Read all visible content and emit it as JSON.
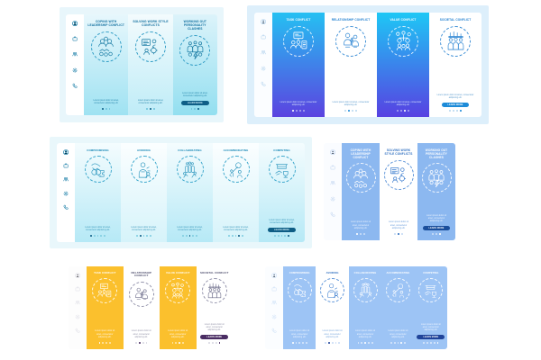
{
  "meta": {
    "canvas_bg": "#ffffff",
    "body_text": "Lorem ipsum dolor sit amet, consectetur adipiscing elit."
  },
  "sidebar": {
    "items": [
      {
        "icon": "user-icon",
        "label": "Profile"
      },
      {
        "icon": "briefcase-icon",
        "label": "Work"
      },
      {
        "icon": "people-icon",
        "label": "Team"
      },
      {
        "icon": "gear-icon",
        "label": "Settings"
      },
      {
        "icon": "phone-icon",
        "label": "Contact"
      }
    ]
  },
  "panels": [
    {
      "id": "panel-1",
      "name": "coping-with-conflict-cyan",
      "theme": {
        "bg": "#e8f6fb",
        "accent": "#0f5f87",
        "title_color": "#0e6e9e"
      },
      "cta_label": "LEARN MORE",
      "cards": [
        {
          "title": "COPING WITH LEADERSHIP CONFLICT",
          "body": "Lorem ipsum dolor sit amet, consectetur adipiscing elit.",
          "art": "handshake-meeting-icon",
          "dots": 3,
          "active": 0,
          "cta": false
        },
        {
          "title": "SOLVING WORK STYLE CONFLICTS",
          "body": "Lorem ipsum dolor sit amet, consectetur adipiscing elit.",
          "art": "presentation-gears-icon",
          "dots": 3,
          "active": 1,
          "cta": false
        },
        {
          "title": "WORKING OUT PERSONALITY CLASHES",
          "body": "Lorem ipsum dolor sit amet, consectetur adipiscing elit.",
          "art": "team-lightning-icon",
          "dots": 3,
          "active": 2,
          "cta": true
        }
      ]
    },
    {
      "id": "panel-2",
      "name": "conflict-types-gradient",
      "theme": {
        "bg": "#ddeffb",
        "accent": "#1d8bd8",
        "gradient_from": "#25c0f2",
        "gradient_to": "#5b43e0"
      },
      "cta_label": "LEARN MORE",
      "cards": [
        {
          "title": "TASK CONFLICT",
          "body": "Lorem ipsum dolor sit amet, consectetur adipiscing elit.",
          "art": "whiteboard-task-icon",
          "dots": 4,
          "active": 0,
          "cta": false
        },
        {
          "title": "RELATIONSHIP CONFLICT",
          "body": "Lorem ipsum dolor sit amet, consectetur adipiscing elit.",
          "art": "two-people-lightning-icon",
          "dots": 4,
          "active": 1,
          "cta": false
        },
        {
          "title": "VALUE CONFLICT",
          "body": "Lorem ipsum dolor sit amet, consectetur adipiscing elit.",
          "art": "values-scale-icon",
          "dots": 4,
          "active": 2,
          "cta": false
        },
        {
          "title": "SOCIETAL CONFLICT",
          "body": "Lorem ipsum dolor sit amet, consectetur adipiscing elit.",
          "art": "crowd-protest-icon",
          "dots": 4,
          "active": 3,
          "cta": true
        }
      ]
    },
    {
      "id": "panel-3",
      "name": "conflict-styles-pale-cyan",
      "theme": {
        "bg": "#e9f7fb",
        "accent": "#0d5d85",
        "title_color": "#1184b4"
      },
      "cta_label": "LEARN MORE",
      "cards": [
        {
          "title": "COMPROMISING",
          "body": "Lorem ipsum dolor sit amet, consectetur adipiscing elit.",
          "art": "handshake-puzzle-icon",
          "dots": 5,
          "active": 0,
          "cta": false
        },
        {
          "title": "AVOIDING",
          "body": "Lorem ipsum dolor sit amet, consectetur adipiscing elit.",
          "art": "person-turning-away-icon",
          "dots": 5,
          "active": 1,
          "cta": false
        },
        {
          "title": "COLLABORATING",
          "body": "Lorem ipsum dolor sit amet, consectetur adipiscing elit.",
          "art": "group-collaboration-icon",
          "dots": 5,
          "active": 2,
          "cta": false
        },
        {
          "title": "ACCOMMODATING",
          "body": "Lorem ipsum dolor sit amet, consectetur adipiscing elit.",
          "art": "balance-accommodate-icon",
          "dots": 5,
          "active": 3,
          "cta": false
        },
        {
          "title": "COMPETING",
          "body": "Lorem ipsum dolor sit amet, consectetur adipiscing elit.",
          "art": "arm-wrestle-trophy-icon",
          "dots": 5,
          "active": 4,
          "cta": true
        }
      ]
    },
    {
      "id": "panel-4",
      "name": "coping-with-conflict-blue",
      "theme": {
        "bg": "#ffffff",
        "accent": "#1b4e9b",
        "card_blue": "#8cb8f0"
      },
      "cta_label": "LEARN MORE",
      "cards": [
        {
          "title": "COPING WITH LEADERSHIP CONFLICT",
          "body": "Lorem ipsum dolor sit amet, consectetur adipiscing elit.",
          "art": "handshake-meeting-icon",
          "dots": 3,
          "active": 0,
          "cta": false
        },
        {
          "title": "SOLVING WORK STYLE CONFLICTS",
          "body": "Lorem ipsum dolor sit amet, consectetur adipiscing elit.",
          "art": "presentation-gears-icon",
          "dots": 3,
          "active": 1,
          "cta": false
        },
        {
          "title": "WORKING OUT PERSONALITY CLASHES",
          "body": "Lorem ipsum dolor sit amet, consectetur adipiscing elit.",
          "art": "team-lightning-icon",
          "dots": 3,
          "active": 2,
          "cta": true
        }
      ]
    },
    {
      "id": "panel-5",
      "name": "conflict-types-yellow",
      "theme": {
        "bg": "#ffffff",
        "accent": "#4a2d63",
        "card_yellow": "#fbc02d",
        "art_accent": "#5ec8be"
      },
      "cta_label": "LEARN MORE",
      "cards": [
        {
          "title": "TASK CONFLICT",
          "body": "Lorem ipsum dolor sit amet, consectetur adipiscing elit.",
          "art": "whiteboard-task-icon",
          "dots": 4,
          "active": 0,
          "cta": false
        },
        {
          "title": "RELATIONSHIP CONFLICT",
          "body": "Lorem ipsum dolor sit amet, consectetur adipiscing elit.",
          "art": "two-people-lightning-icon",
          "dots": 4,
          "active": 1,
          "cta": false
        },
        {
          "title": "VALUE CONFLICT",
          "body": "Lorem ipsum dolor sit amet, consectetur adipiscing elit.",
          "art": "values-scale-icon",
          "dots": 4,
          "active": 2,
          "cta": false
        },
        {
          "title": "SOCIETAL CONFLICT",
          "body": "Lorem ipsum dolor sit amet, consectetur adipiscing elit.",
          "art": "crowd-protest-icon",
          "dots": 4,
          "active": 3,
          "cta": true
        }
      ]
    },
    {
      "id": "panel-6",
      "name": "conflict-styles-blue",
      "theme": {
        "bg": "#ffffff",
        "accent": "#20449a",
        "card_blue": "#9dc4f5",
        "art_accent": "#f5b733"
      },
      "cta_label": "LEARN MORE",
      "cards": [
        {
          "title": "COMPROMISING",
          "body": "Lorem ipsum dolor sit amet, consectetur adipiscing elit.",
          "art": "handshake-puzzle-icon",
          "dots": 5,
          "active": 0,
          "cta": false
        },
        {
          "title": "AVOIDING",
          "body": "Lorem ipsum dolor sit amet, consectetur adipiscing elit.",
          "art": "person-turning-away-icon",
          "dots": 5,
          "active": 1,
          "cta": false
        },
        {
          "title": "COLLABORATING",
          "body": "Lorem ipsum dolor sit amet, consectetur adipiscing elit.",
          "art": "group-collaboration-icon",
          "dots": 5,
          "active": 2,
          "cta": false
        },
        {
          "title": "ACCOMMODATING",
          "body": "Lorem ipsum dolor sit amet, consectetur adipiscing elit.",
          "art": "balance-accommodate-icon",
          "dots": 5,
          "active": 3,
          "cta": false
        },
        {
          "title": "COMPETING",
          "body": "Lorem ipsum dolor sit amet, consectetur adipiscing elit.",
          "art": "arm-wrestle-trophy-icon",
          "dots": 5,
          "active": 4,
          "cta": true
        }
      ]
    }
  ],
  "chevron_glyph": "›"
}
